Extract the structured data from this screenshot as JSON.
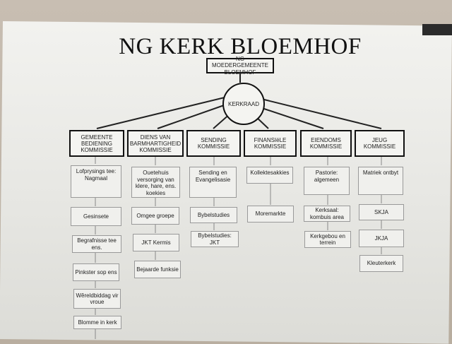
{
  "title": "NG KERK BLOEMHOF",
  "top_box": "NG MOEDERGEMEENTE BLOEMHOF",
  "council": "KERKRAAD",
  "committees": [
    {
      "label": "GEMEENTE BEDIENING KOMMISSIE",
      "items": [
        "Lofprysings tee: Nagmaal",
        "Gesinsete",
        "Begrafnisse tee ens.",
        "Pinkster sop ens",
        "Wêreldbiddag vir vroue",
        "Blomme in kerk"
      ]
    },
    {
      "label": "DIENS VAN BARMHARTIGHEID KOMMISSIE",
      "items": [
        "Ouetehuis versorging van klere, hare, ens. koekies",
        "Omgee groepe",
        "JKT Kermis",
        "Bejaarde funksie"
      ]
    },
    {
      "label": "SENDING KOMMISSIE",
      "items": [
        "Sending en Evangelisasie",
        "Bybelstudies",
        "Bybelstudies: JKT"
      ]
    },
    {
      "label": "FINANSIëLE KOMMISSIE",
      "items": [
        "Kollektesakkies",
        "Moremarkte"
      ]
    },
    {
      "label": "EIENDOMS KOMMISSIE",
      "items": [
        "Pastorie: algemeen",
        "Kerksaal: kombuis area",
        "Kerkgebou en terrein"
      ]
    },
    {
      "label": "JEUG KOMMISSIE",
      "items": [
        "Matriek ontbyt",
        "SKJA",
        "JKJA",
        "Kleuterkerk"
      ]
    }
  ]
}
